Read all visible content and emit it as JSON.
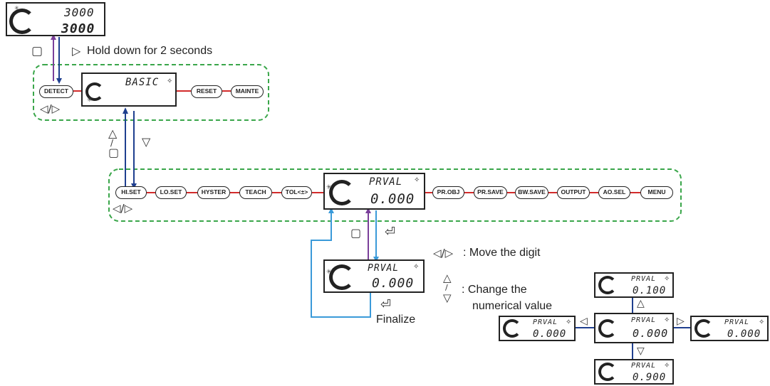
{
  "colors": {
    "dashed_frame": "#3aa64a",
    "red_line": "#d22b2b",
    "dark_blue": "#1f3f8f",
    "purple": "#7a3f9a",
    "light_blue": "#3a9ad9"
  },
  "top_display": {
    "line1": "3000",
    "line2": "3000"
  },
  "hold_instruction": {
    "square": "▢",
    "right_arrow": "▷",
    "text": "Hold down for 2 seconds"
  },
  "menu_row1": {
    "left_button": "DETECT",
    "display_text": "BASIC",
    "right_buttons": [
      "RESET",
      "MAINTE"
    ],
    "nav": "◁/▷"
  },
  "transition": {
    "up_arrow": "△",
    "slash": "/",
    "square": "▢",
    "down_arrow": "▽"
  },
  "menu_row2": {
    "left_buttons": [
      "HI.SET",
      "LO.SET",
      "HYSTER",
      "TEACH",
      "TOL<±>"
    ],
    "display_top": "PRVAL",
    "display_value": "0.000",
    "right_buttons": [
      "PR.OBJ",
      "PR.SAVE",
      "BW.SAVE",
      "OUTPUT",
      "AO.SEL",
      "MENU"
    ],
    "nav": "◁/▷"
  },
  "enter_keys": {
    "square": "▢",
    "enter": "⏎"
  },
  "edit_display": {
    "top": "PRVAL",
    "value": "0.000"
  },
  "finalize": {
    "enter": "⏎",
    "text": "Finalize"
  },
  "instructions": {
    "move_keys": "◁/▷",
    "move_text": ": Move the digit",
    "up": "△",
    "slash": "/",
    "down": "▽",
    "change_text_1": ": Change the",
    "change_text_2": "numerical value"
  },
  "digit_examples": {
    "center": {
      "top": "PRVAL",
      "value": "0.000"
    },
    "up": {
      "top": "PRVAL",
      "value": "0.100",
      "arrow": "△"
    },
    "down": {
      "top": "PRVAL",
      "value": "0.900",
      "arrow": "▽"
    },
    "left": {
      "top": "PRVAL",
      "value": "0.000",
      "arrow": "◁"
    },
    "right": {
      "top": "PRVAL",
      "value": "0.000",
      "arrow": "▷"
    }
  }
}
